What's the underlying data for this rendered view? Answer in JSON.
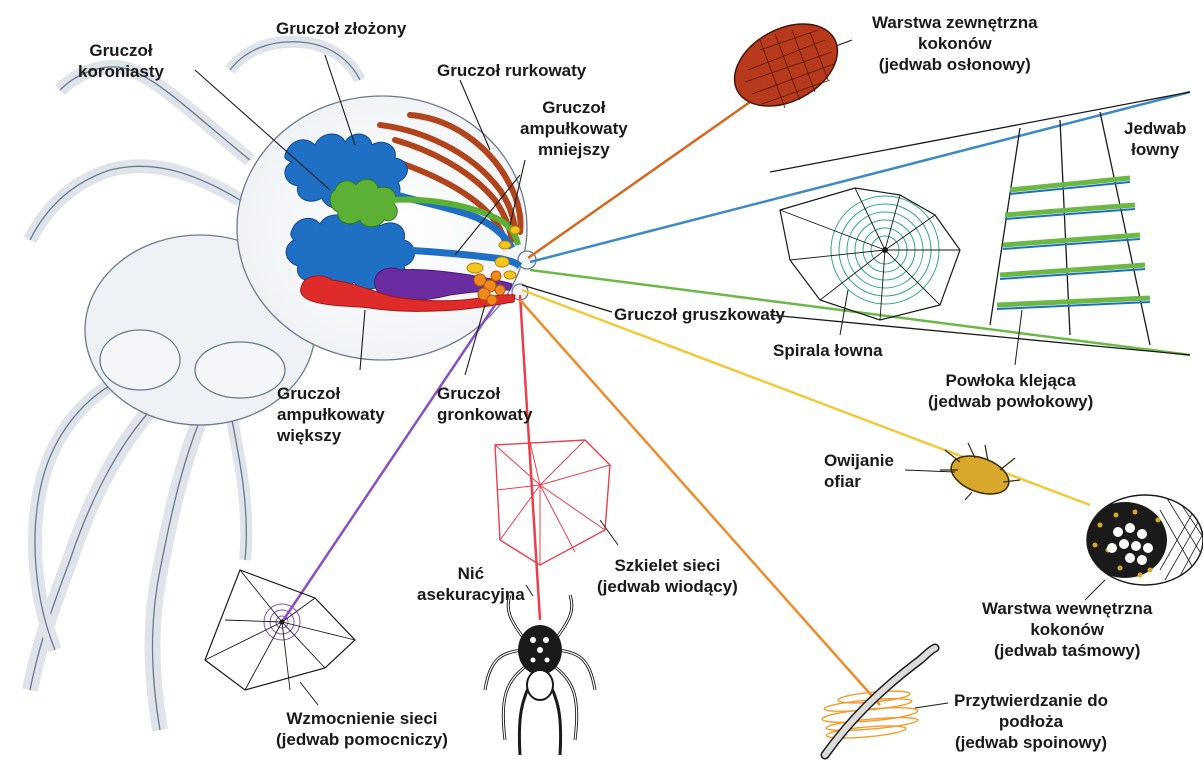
{
  "labels": {
    "koroniasty": "Gruczoł\nkoroniasty",
    "zlozony": "Gruczoł złożony",
    "rurkowaty": "Gruczoł rurkowaty",
    "ampulkowaty_mniejszy": "Gruczoł\nampułkowaty\nmniejszy",
    "warstwa_zewnetrzna": "Warstwa zewnętrzna\nkokonów\n(jedwab osłonowy)",
    "jedwab_lowny": "Jedwab\nłowny",
    "gruszkowaty": "Gruczoł gruszkowaty",
    "spirala_lowna": "Spirala łowna",
    "powloka_klejaca": "Powłoka klejąca\n(jedwab powłokowy)",
    "ampulkowaty_wiekszy": "Gruczoł\nampułkowaty\nwiększy",
    "gronkowaty": "Gruczoł\ngronkowaty",
    "owijanie_ofiar": "Owijanie\nofiar",
    "szkielet_sieci": "Szkielet sieci\n(jedwab wiodący)",
    "nic_asekuracyjna": "Nić\nasekuracyjna",
    "warstwa_wewnetrzna": "Warstwa wewnętrzna\nkokonów\n(jedwab taśmowy)",
    "wzmocnienie_sieci": "Wzmocnienie sieci\n(jedwab pomocniczy)",
    "przytwierdzanie": "Przytwierdzanie do\npodłoża\n(jedwab spoinowy)"
  },
  "colors": {
    "zlozony": "#1f6fc4",
    "rurkowaty": "#b0441c",
    "koroniasty": "#5cb036",
    "ampulkowaty_mniejszy": "#6a2ca0",
    "ampulkowaty_wiekszy": "#e02b2b",
    "gronkowaty": "#f08a1c",
    "gruszkowaty": "#f5c51e",
    "line_kokon_zewn": "#d2691e",
    "line_lowny": "#3e88c8",
    "line_spirala": "#6cb846",
    "line_owijanie": "#f2c83a",
    "line_szkielet": "#e8404a",
    "line_podloze": "#ef8a2a",
    "line_wzmocnienie": "#8a4fc0",
    "spider_outline": "#6b7a8c"
  }
}
